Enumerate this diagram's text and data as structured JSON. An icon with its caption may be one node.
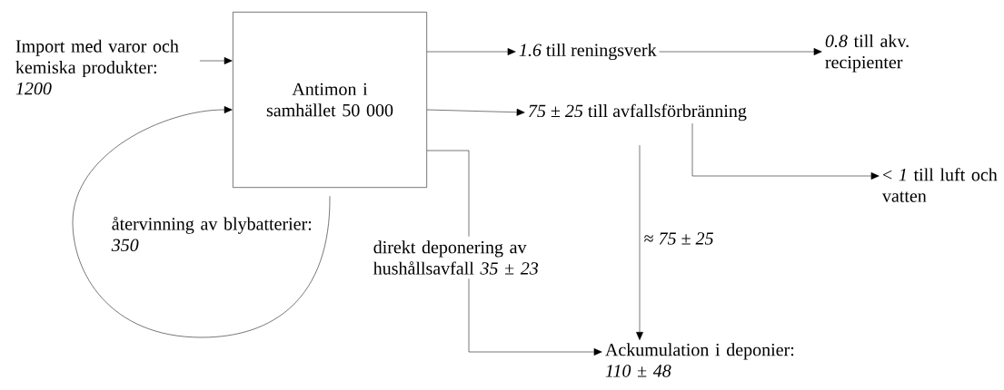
{
  "diagram": {
    "nodes": [
      {
        "text": [
          "Import med varor och kemiska produkter: *1200*"
        ]
      },
      {
        "text": [
          "Antimon i samhället 50 000"
        ]
      },
      {
        "text": [
          "*1.6* till reningsverk"
        ]
      },
      {
        "text": [
          "*0.8* till akv. recipienter"
        ]
      },
      {
        "text": [
          "*75* ± *25* till avfallsförbränning"
        ]
      },
      {
        "text": [
          "< *1* till luft och vatten"
        ]
      },
      {
        "text": [
          "Ackumulation i deponier: *110* ± *48*"
        ]
      }
    ],
    "edges": [
      {
        "from": 0,
        "to": 1,
        "arrow": "to"
      },
      {
        "from": 1,
        "to": 1,
        "arrow": "to",
        "label": "återvinning av blybatterier: *350*"
      },
      {
        "from": 1,
        "to": 2,
        "arrow": "to"
      },
      {
        "from": 2,
        "to": 3,
        "arrow": "to"
      },
      {
        "from": 1,
        "to": 4,
        "arrow": "to"
      },
      {
        "from": 4,
        "to": 5,
        "arrow": "to"
      },
      {
        "from": 4,
        "to": 6,
        "arrow": "to",
        "label": "≈ *75* ± *25*"
      },
      {
        "from": 1,
        "to": 6,
        "arrow": "to",
        "label": "direkt deponering av hushållsavfall  *35* ± *23*"
      }
    ]
  }
}
